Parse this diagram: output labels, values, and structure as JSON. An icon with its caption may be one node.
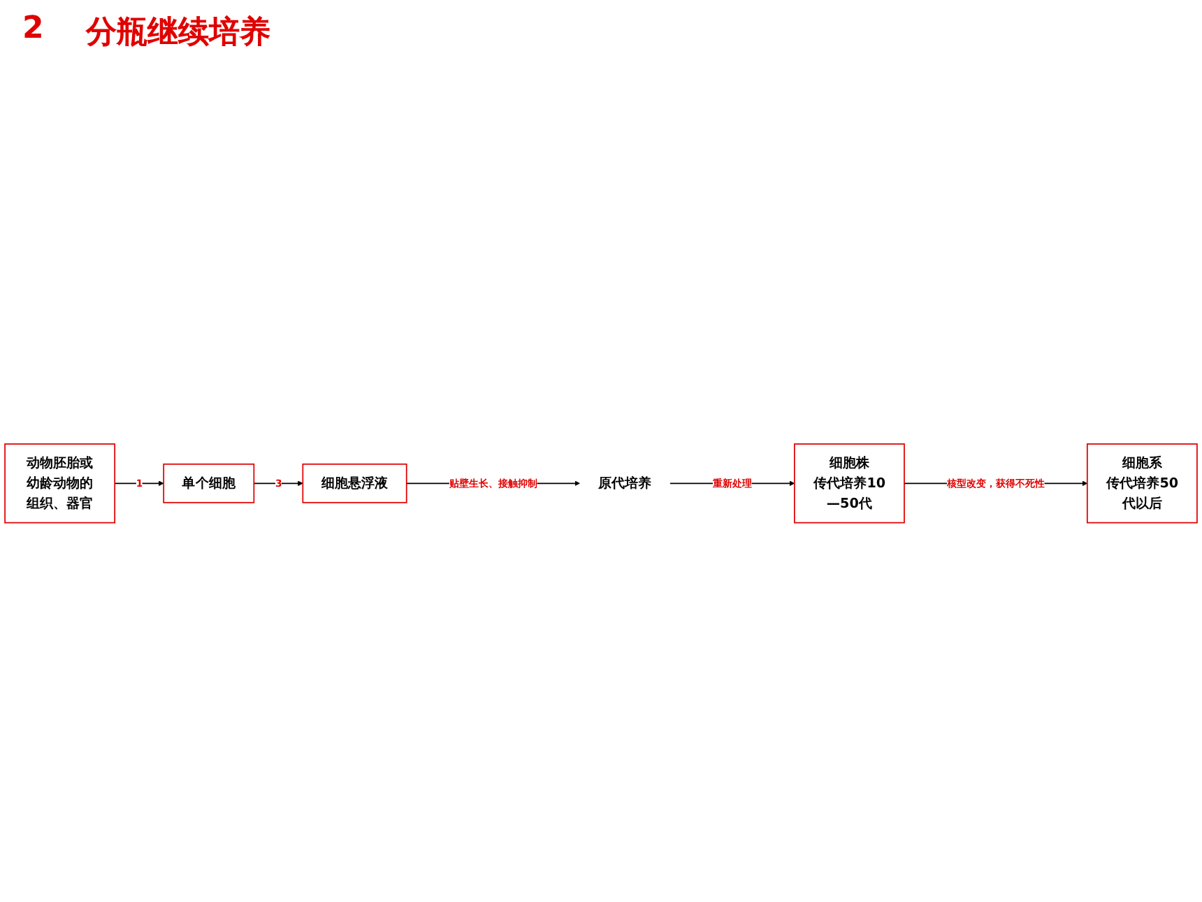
{
  "diagram": {
    "nodes": [
      {
        "text": [
          "动物胚胎或幼龄动物的组织、器官"
        ]
      },
      {
        "text": [
          "单个细胞"
        ]
      },
      {
        "text": [
          "细胞悬浮液"
        ]
      },
      {
        "text": [
          "原代培养"
        ]
      },
      {
        "text": [
          "细胞株",
          "传代培养10—50代"
        ]
      },
      {
        "text": [
          "细胞系",
          "传代培养50代以后"
        ]
      }
    ],
    "edges": [
      {
        "from": 0,
        "to": 1,
        "arrow": "to",
        "label": "1"
      },
      {
        "from": 1,
        "to": 2,
        "arrow": "to",
        "label": "3"
      },
      {
        "from": 2,
        "to": 3,
        "arrow": "to",
        "label": "贴壁生长、接触抑制"
      },
      {
        "from": 3,
        "to": 4,
        "arrow": "to",
        "label": "重新处理"
      },
      {
        "from": 4,
        "to": 5,
        "arrow": "to",
        "label": "核型改变，获得不死性"
      }
    ],
    "labels": [
      "2",
      "分瓶继续培养"
    ]
  }
}
